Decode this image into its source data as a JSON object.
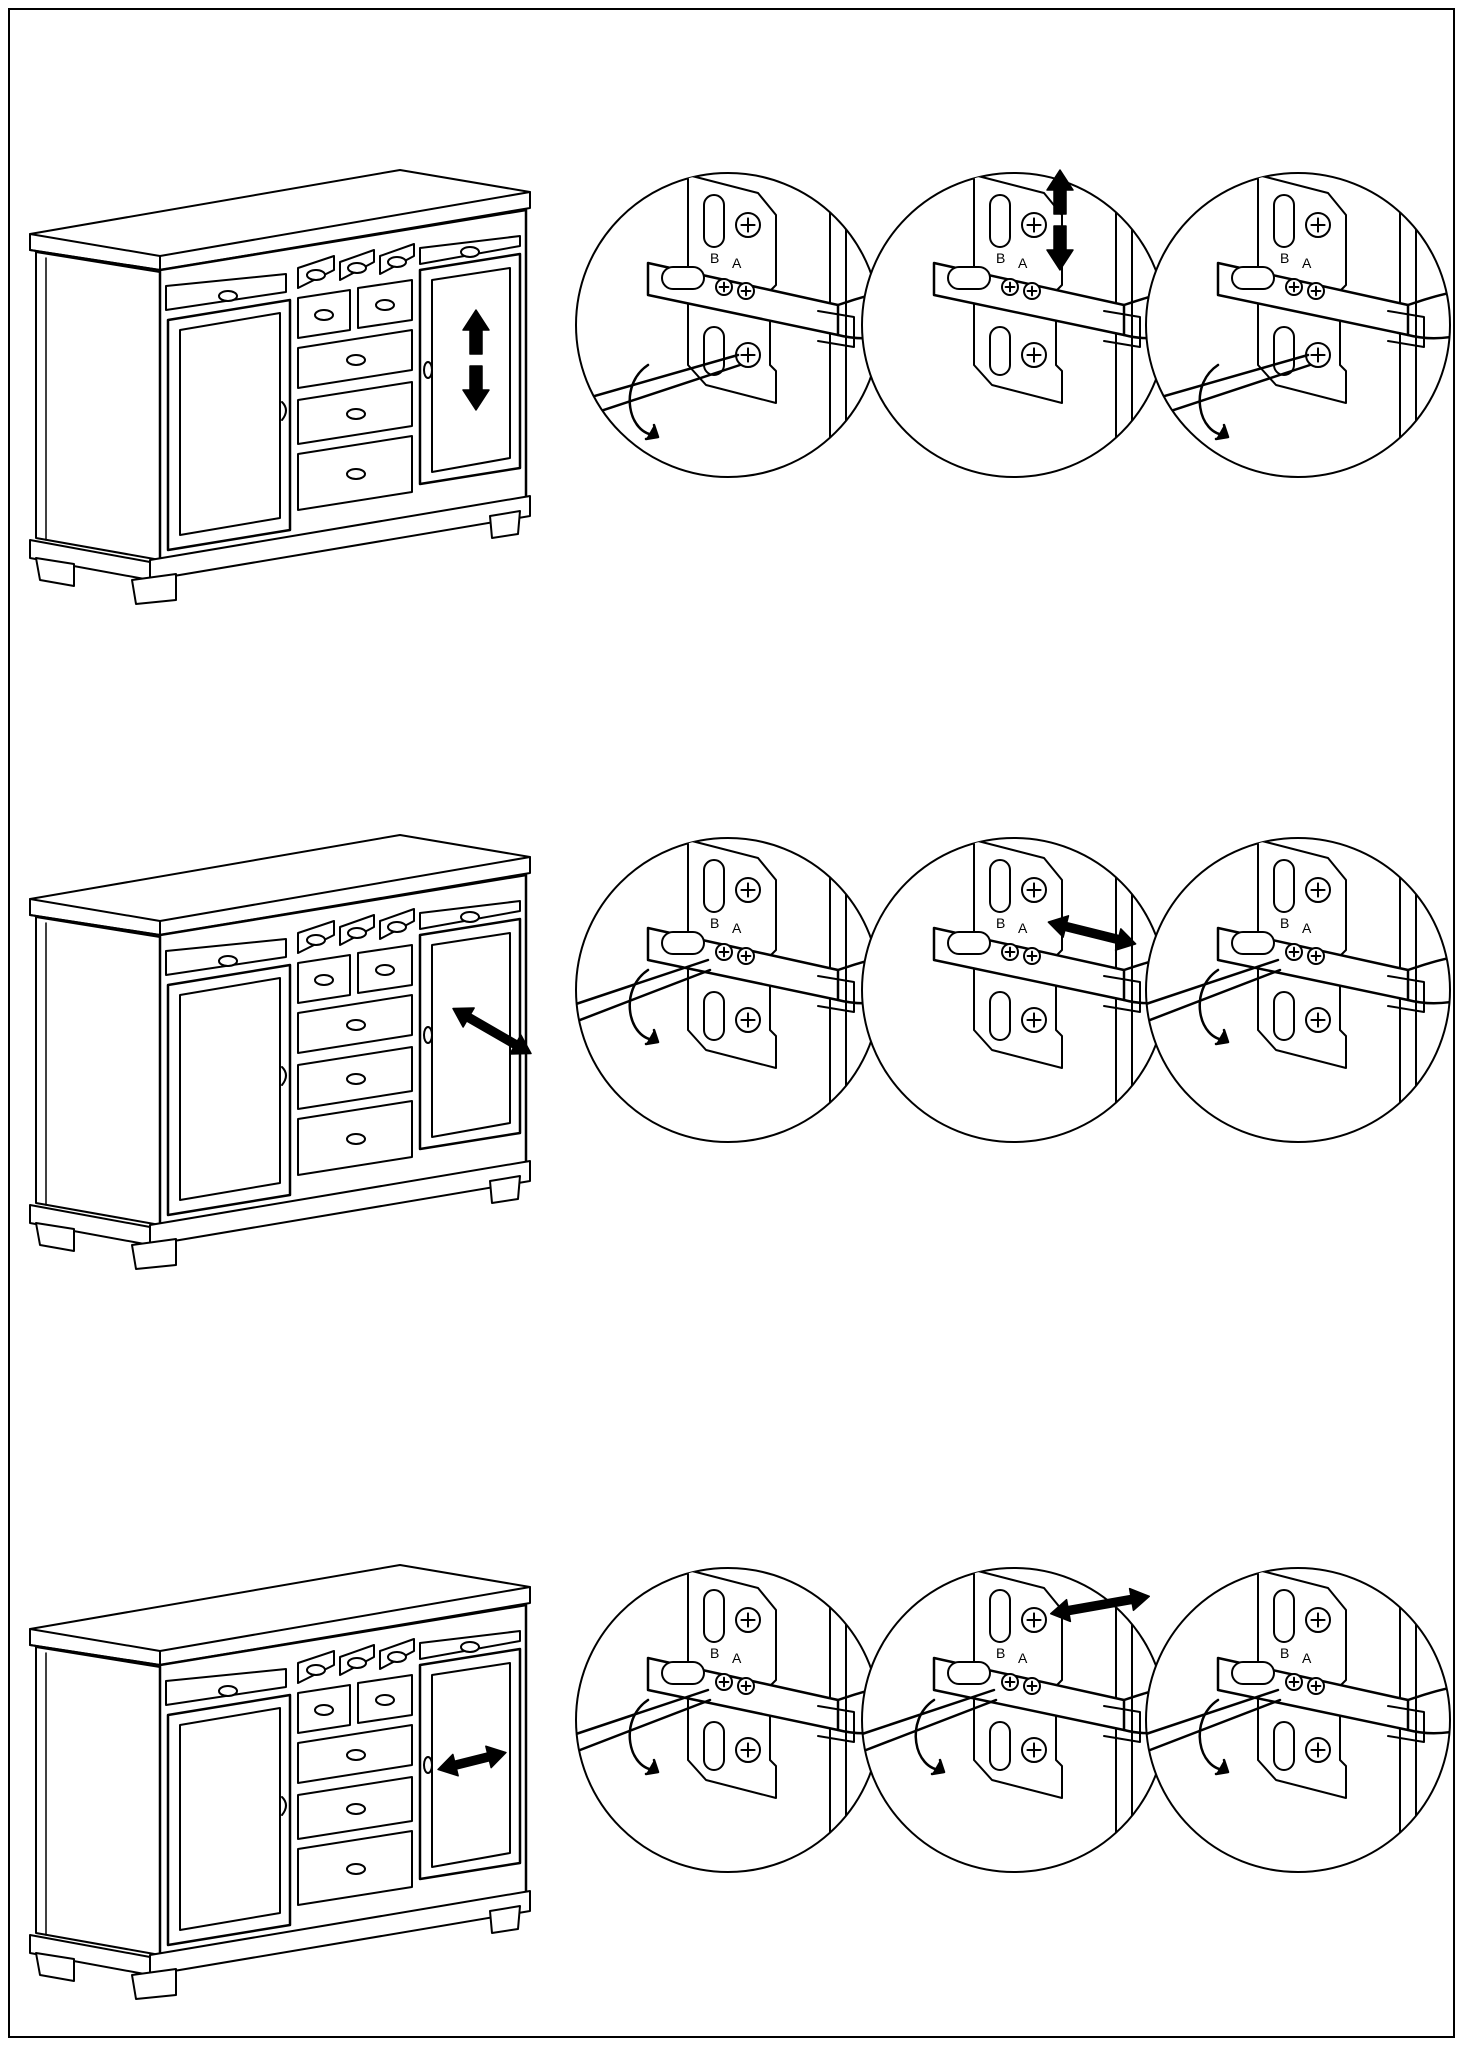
{
  "colors": {
    "ink": "#000000",
    "paper": "#ffffff"
  },
  "hinge": {
    "label_b": "B",
    "label_a": "A"
  },
  "steps": [
    {
      "adjustment": "height",
      "arrow": "vertical-double-arrow-icon"
    },
    {
      "adjustment": "depth",
      "arrow": "diagonal-double-arrow-icon"
    },
    {
      "adjustment": "side",
      "arrow": "horizontal-double-arrow-icon"
    }
  ]
}
